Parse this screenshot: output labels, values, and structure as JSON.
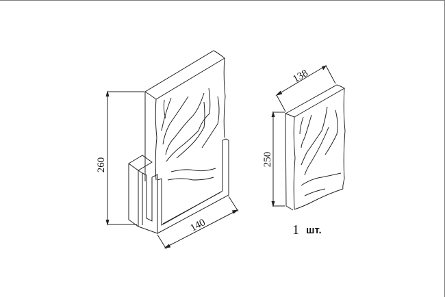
{
  "drawing": {
    "assembly": {
      "height_label": "260",
      "width_label": "140"
    },
    "panel": {
      "height_label": "250",
      "width_label": "138"
    },
    "quantity": {
      "number": "1",
      "unit": "шт."
    }
  },
  "colors": {
    "line": "#222222",
    "frame_border": "#7a7a7a",
    "background": "#ffffff"
  }
}
